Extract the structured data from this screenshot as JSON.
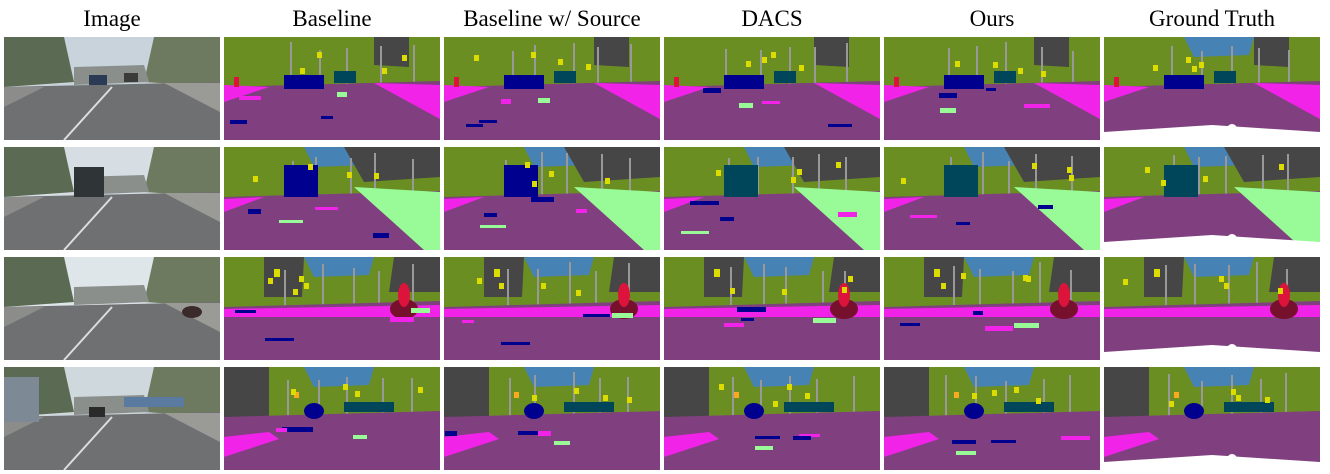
{
  "columns": [
    {
      "label": "Image",
      "kind": "photo"
    },
    {
      "label": "Baseline",
      "kind": "seg"
    },
    {
      "label": "Baseline w/ Source",
      "kind": "seg"
    },
    {
      "label": "DACS",
      "kind": "seg"
    },
    {
      "label": "Ours",
      "kind": "seg"
    },
    {
      "label": "Ground Truth",
      "kind": "gt"
    }
  ],
  "rows": [
    {
      "scene": "street-cars"
    },
    {
      "scene": "bus-road"
    },
    {
      "scene": "cyclist-crossing"
    },
    {
      "scene": "bus-stop-street"
    }
  ],
  "palette": {
    "road": "#80407f",
    "sidewalk": "#f223e8",
    "vegetation": "#6b8e23",
    "terrain": "#98fb98",
    "sky": "#4682b4",
    "building": "#464646",
    "car": "#00008e",
    "truck_bus": "#00465a",
    "person": "#dc143c",
    "bicycle": "#77102c",
    "traffic_sign": "#dcdc00",
    "traffic_light": "#faaa1e",
    "pole": "#999999",
    "fence": "#be9999",
    "void": "#ffffff"
  }
}
